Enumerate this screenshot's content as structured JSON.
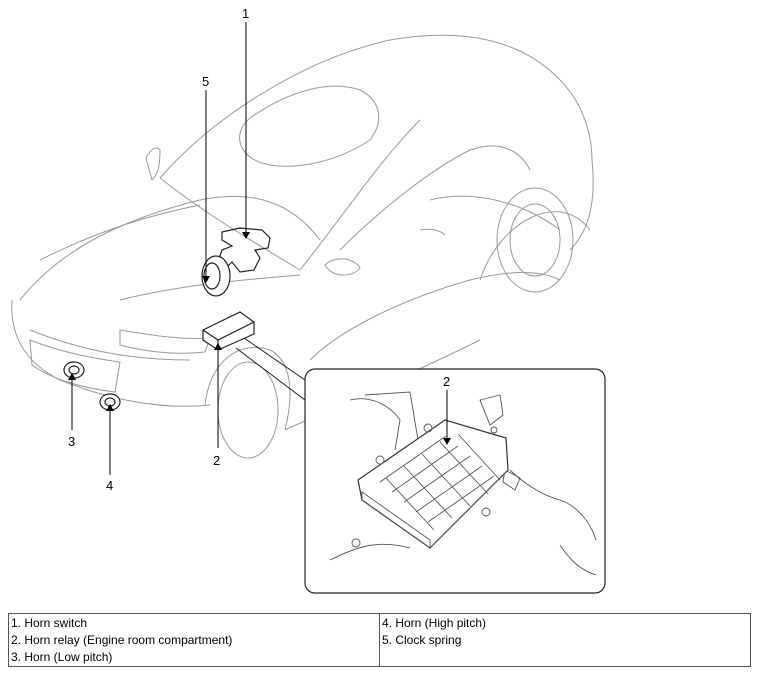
{
  "callouts": [
    "1",
    "2",
    "3",
    "4",
    "5"
  ],
  "legend": {
    "left": [
      "1. Horn switch",
      "2. Horn relay (Engine room compartment)",
      "3. Horn (Low pitch)"
    ],
    "right": [
      "4. Horn (High pitch)",
      "5. Clock spring"
    ]
  }
}
